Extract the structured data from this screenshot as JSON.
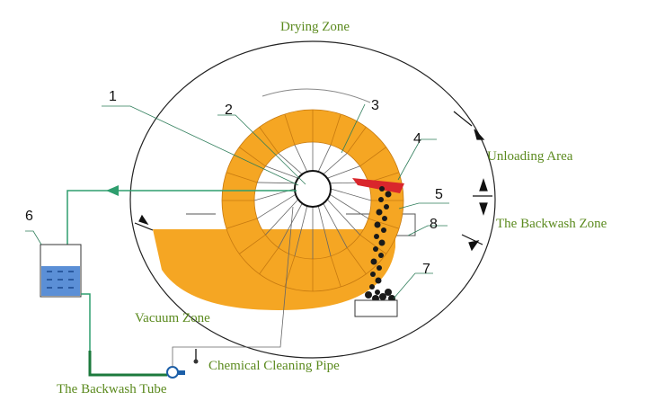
{
  "labels": {
    "drying_zone": "Drying Zone",
    "unloading_area": "Unloading Area",
    "backwash_zone": "The Backwash Zone",
    "vacuum_zone": "Vacuum Zone",
    "chemical_cleaning_pipe": "Chemical Cleaning Pipe",
    "backwash_tube": "The Backwash Tube"
  },
  "callouts": [
    "1",
    "2",
    "3",
    "4",
    "5",
    "6",
    "7",
    "8"
  ],
  "colors": {
    "drum": "#f5a623",
    "slurry": "#f5a623",
    "scraper": "#d9262c",
    "pipe": "#2e9e6e",
    "tank_water": "#5b8fd6",
    "label_text": "#5b8a1e",
    "outline": "#222222"
  }
}
